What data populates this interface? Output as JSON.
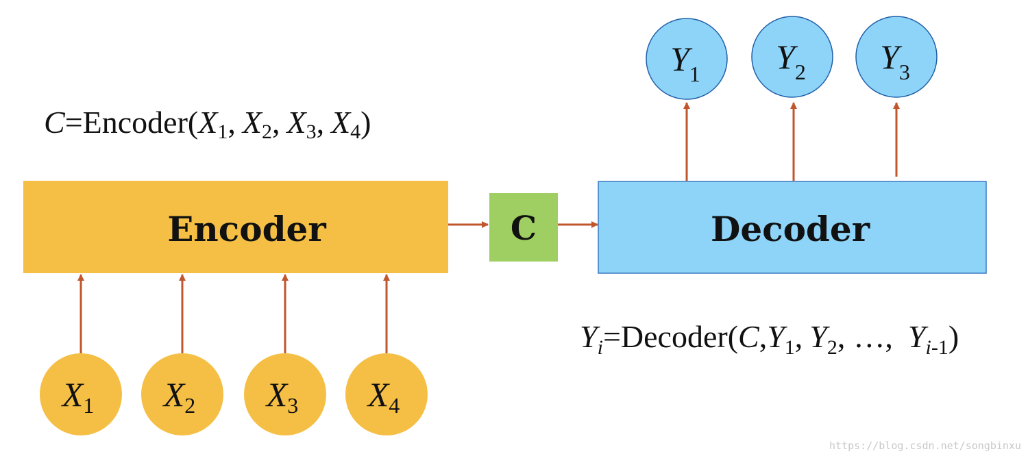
{
  "colors": {
    "encoder_fill": "#F5BF45",
    "context_fill": "#9FCF63",
    "decoder_fill": "#8DD4F8",
    "decoder_stroke": "#3A78C2",
    "arrow": "#C0562B",
    "input_node_fill": "#F5BF45",
    "output_node_fill": "#8DD4F8",
    "output_node_stroke": "#1F5FA8"
  },
  "encoder": {
    "label": "Encoder"
  },
  "context": {
    "label": "C"
  },
  "decoder": {
    "label": "Decoder"
  },
  "inputs": [
    {
      "var": "X",
      "sub": "1"
    },
    {
      "var": "X",
      "sub": "2"
    },
    {
      "var": "X",
      "sub": "3"
    },
    {
      "var": "X",
      "sub": "4"
    }
  ],
  "outputs": [
    {
      "var": "Y",
      "sub": "1"
    },
    {
      "var": "Y",
      "sub": "2"
    },
    {
      "var": "Y",
      "sub": "3"
    }
  ],
  "encoder_formula": {
    "lhs": "C",
    "eq": "=",
    "func": "Encoder",
    "open": "(",
    "x": "X",
    "s1": "1",
    "s2": "2",
    "s3": "3",
    "s4": "4",
    "comma": ",",
    "close": ")"
  },
  "decoder_formula": {
    "y": "Y",
    "i": "i",
    "eq": "=",
    "func": "Decoder",
    "open": "(",
    "c": "C",
    "comma": ",",
    "s1": "1",
    "s2": "2",
    "ellipsis": "…",
    "sub_last": "-1",
    "close": ")"
  },
  "watermark": "https://blog.csdn.net/songbinxu"
}
